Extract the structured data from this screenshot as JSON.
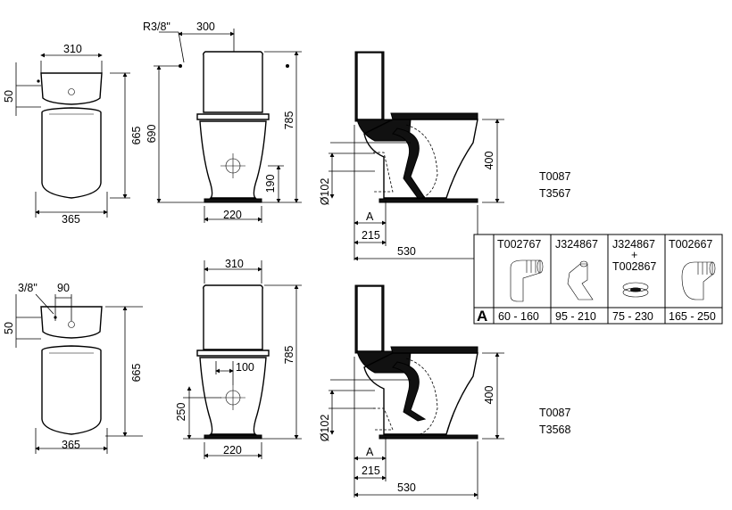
{
  "top_set": {
    "plan": {
      "width": "310",
      "seat_width": "365",
      "length": "665",
      "hole_offset": "50"
    },
    "front": {
      "thread": "R3/8\"",
      "inlet_offset": "300",
      "height_total": "785",
      "height_rim": "690",
      "outlet_height": "190",
      "base_width": "220"
    },
    "side": {
      "pipe_diameter": "Ø102",
      "seat_height": "400",
      "a_label": "A",
      "outlet_distance": "215",
      "depth": "530"
    },
    "codes": [
      "T0087",
      "T3567"
    ]
  },
  "bottom_set": {
    "plan": {
      "thread": "3/8\"",
      "inlet_offset": "90",
      "hole_offset": "50",
      "seat_width": "365",
      "length": "665"
    },
    "front": {
      "tank_width": "310",
      "height_total": "785",
      "inlet_offset": "100",
      "outlet_height": "250",
      "base_width": "220"
    },
    "side": {
      "pipe_diameter": "Ø102",
      "seat_height": "400",
      "a_label": "A",
      "outlet_distance": "215",
      "depth": "530"
    },
    "codes": [
      "T0087",
      "T3568"
    ]
  },
  "connector_table": {
    "row_label": "A",
    "columns": [
      {
        "code": "T002767",
        "range": "60 - 160"
      },
      {
        "code": "J324867",
        "range": "95 - 210"
      },
      {
        "code": "J324867",
        "code_plus": "+",
        "code2": "T002867",
        "range": "75 - 230"
      },
      {
        "code": "T002667",
        "range": "165 - 250"
      }
    ]
  }
}
